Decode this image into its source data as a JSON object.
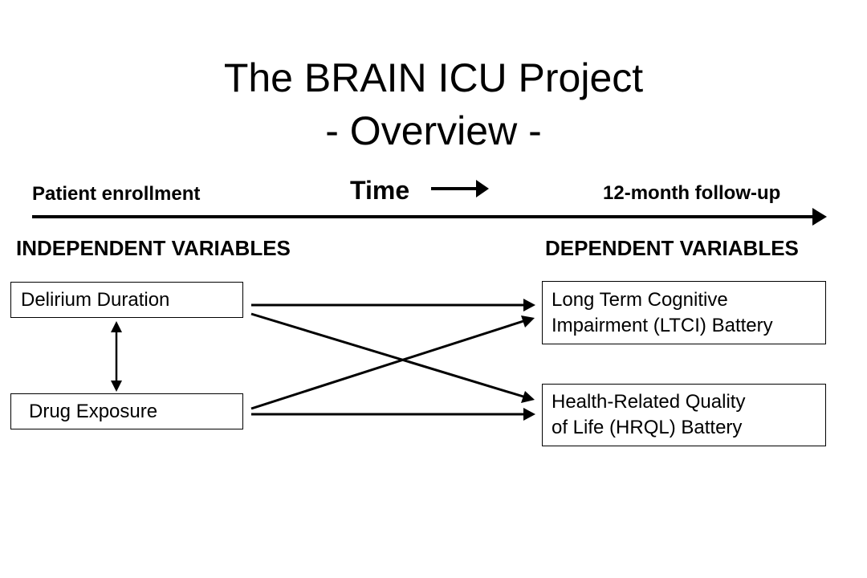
{
  "title": {
    "line1": "The BRAIN ICU Project",
    "line2": "- Overview -"
  },
  "timeline": {
    "start_label": "Patient enrollment",
    "time_label": "Time",
    "end_label": "12-month follow-up"
  },
  "independent": {
    "header": "INDEPENDENT VARIABLES",
    "items": [
      {
        "label": "Delirium Duration"
      },
      {
        "label": "Drug Exposure"
      }
    ]
  },
  "dependent": {
    "header": "DEPENDENT VARIABLES",
    "items": [
      {
        "lines": [
          "Long Term Cognitive",
          "Impairment (LTCI) Battery"
        ]
      },
      {
        "lines": [
          "Health-Related Quality",
          "of Life (HRQL) Battery"
        ]
      }
    ]
  },
  "relations": [
    {
      "from": "Delirium Duration",
      "to": "Long Term Cognitive Impairment (LTCI) Battery"
    },
    {
      "from": "Delirium Duration",
      "to": "Health-Related Quality of Life (HRQL) Battery"
    },
    {
      "from": "Drug Exposure",
      "to": "Long Term Cognitive Impairment (LTCI) Battery"
    },
    {
      "from": "Drug Exposure",
      "to": "Health-Related Quality of Life (HRQL) Battery"
    },
    {
      "from": "Delirium Duration",
      "to": "Drug Exposure",
      "bidirectional": true
    }
  ]
}
